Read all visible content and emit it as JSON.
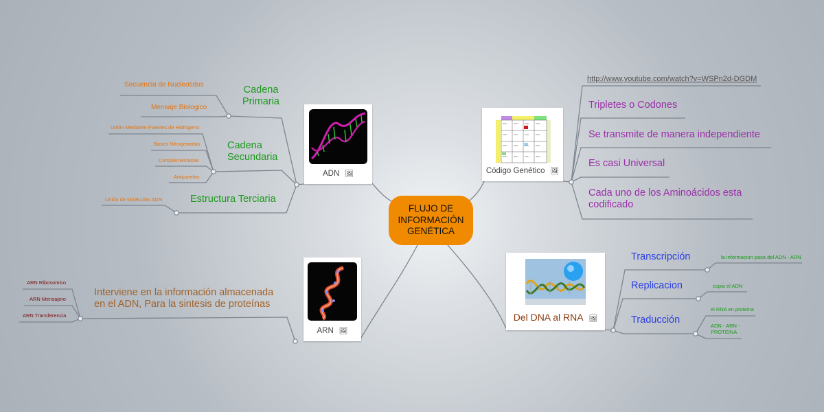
{
  "center": {
    "line1": "FLUJO DE",
    "line2": "INFORMACIÓN",
    "line3": "GENÉTICA"
  },
  "adn": {
    "caption": "ADN",
    "image_icon": "image-icon",
    "cadena_primaria": {
      "line1": "Cadena",
      "line2": "Primaria",
      "children": [
        "Secuencia de Nucleotidos",
        "Mensaje Biologico"
      ]
    },
    "cadena_secundaria": {
      "line1": "Cadena",
      "line2": "Secundaria",
      "children": [
        "Unión Mediante Puentes de Hidrógeno",
        "Bases Nitrogenadas",
        "Complementarias",
        "Antiparelas"
      ]
    },
    "estructura_terciaria": {
      "label": "Estructura Terciaria",
      "children": [
        "Unión de Moléculas ADN"
      ]
    }
  },
  "codigo": {
    "caption": "Código Genético",
    "items": [
      "http://www.youtube.com/watch?v=WSPn2d-DGDM",
      "Tripletes o Codones",
      "Se transmite de manera independiente",
      "Es casi Universal"
    ],
    "last": {
      "line1": "Cada uno de los Aminoácidos esta",
      "line2": "codificado"
    }
  },
  "arn": {
    "caption": "ARN",
    "main": {
      "line1": "Interviene en la información almacenada",
      "line2": "en el ADN, Para la sintesis de proteínas"
    },
    "children": [
      "ARN Ribosomico",
      "ARN Mensajero",
      "ARN Transferencia"
    ]
  },
  "dna_rna": {
    "caption": "Del DNA al RNA",
    "transcripcion": {
      "label": "Transcripción",
      "child": "la informacion pasa del ADN - ARN"
    },
    "replicacion": {
      "label": "Replicacion",
      "child": "copia el ADN"
    },
    "traduccion": {
      "label": "Traducción",
      "children": [
        "el RNA en proteina",
        "ADN - ARN -",
        "PROTEINA"
      ]
    }
  },
  "colors": {
    "center": "#f08a00",
    "orange": "#e8720a",
    "green": "#1a9a1a",
    "purple": "#9b2fa8",
    "blue": "#2b3fe0",
    "brown": "#a0622a",
    "maroon": "#7a1010",
    "line": "#7d858e"
  }
}
